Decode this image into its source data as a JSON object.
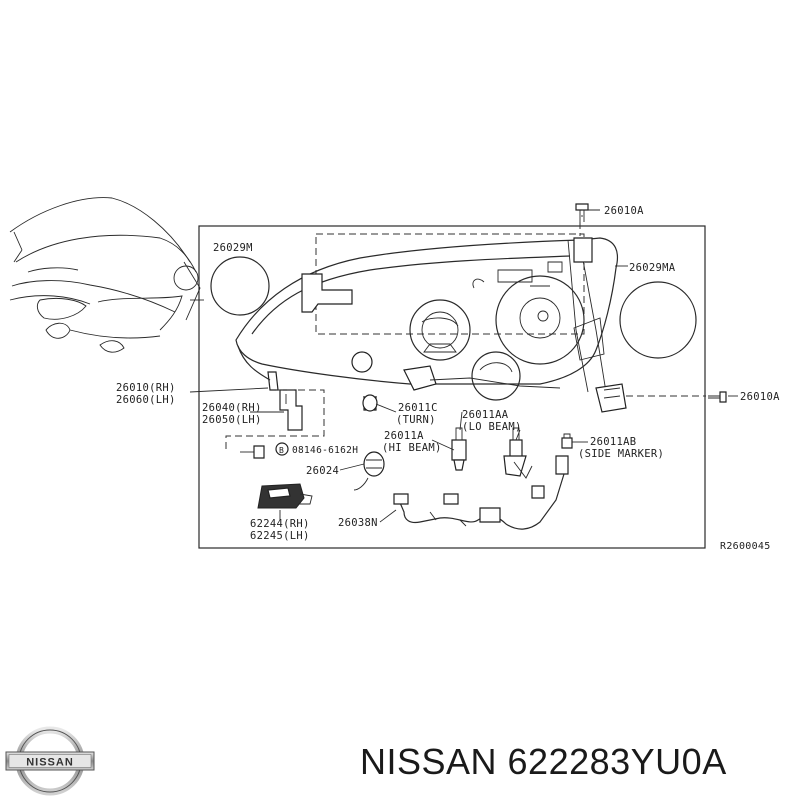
{
  "diagram": {
    "frame_ref": "R2600045",
    "parts": {
      "p26010A_top": "26010A",
      "p26029M": "26029M",
      "p26029MA": "26029MA",
      "p26010_rh": "26010(RH)",
      "p26060_lh": "26060(LH)",
      "p26040_rh": "26040(RH)",
      "p26050_lh": "26050(LH)",
      "p26011C": "26011C",
      "p26011C_note": "(TURN)",
      "p26011AA": "26011AA",
      "p26011AA_note": "(LO BEAM)",
      "p26011A": "26011A",
      "p26011A_note": "(HI BEAM)",
      "p26011AB": "26011AB",
      "p26011AB_note": "(SIDE MARKER)",
      "p26010A_right": "26010A",
      "bolt_code": "08146-6162H",
      "bolt_prefix": "B",
      "p26024": "26024",
      "p62244_rh": "62244(RH)",
      "p62245_lh": "62245(LH)",
      "p26038N": "26038N"
    }
  },
  "brand": {
    "logo_text": "NISSAN"
  },
  "caption": {
    "text": "NISSAN 622283YU0A"
  }
}
